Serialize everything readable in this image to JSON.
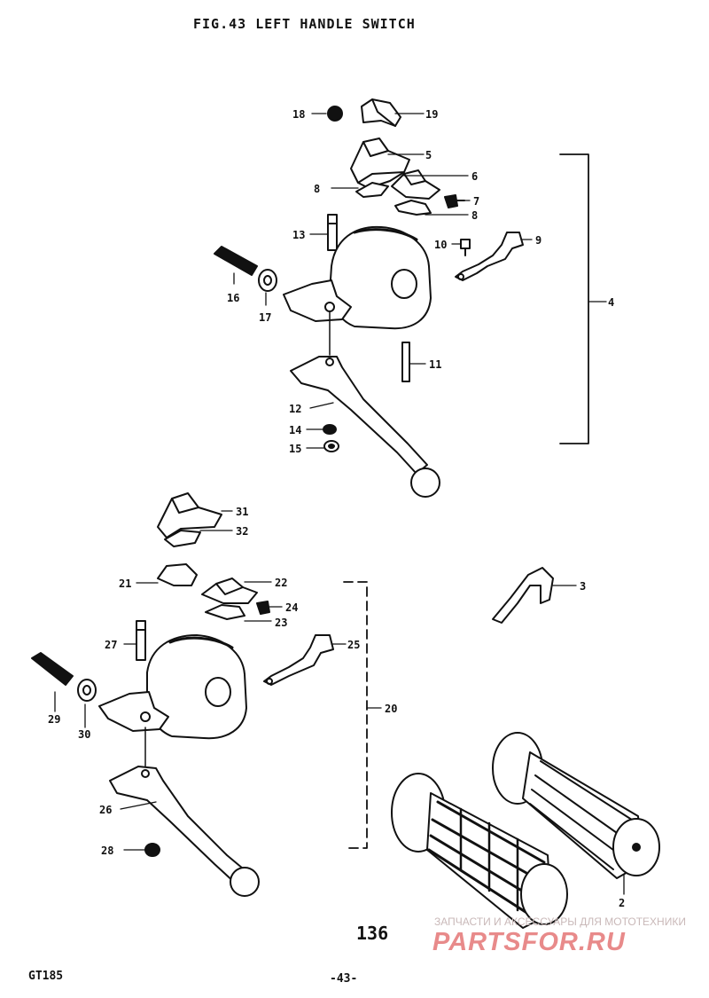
{
  "figure": {
    "title": "FIG.43  LEFT HANDLE SWITCH",
    "page_number": "136",
    "model": "GT185",
    "sheet": "-43-"
  },
  "watermark": {
    "tagline": "ЗАПЧАСТИ И АКСЕССУАРЫ ДЛЯ МОТОТЕХНИКИ",
    "logo": "PARTSFOR.RU",
    "color": "#e88a8a"
  },
  "callouts": {
    "c18": "18",
    "c19": "19",
    "c5": "5",
    "c6": "6",
    "c8a": "8",
    "c7": "7",
    "c8b": "8",
    "c13": "13",
    "c10": "10",
    "c9": "9",
    "c16": "16",
    "c17": "17",
    "c4": "4",
    "c11": "11",
    "c12": "12",
    "c14": "14",
    "c15": "15",
    "c31": "31",
    "c32": "32",
    "c21": "21",
    "c22": "22",
    "c24": "24",
    "c23": "23",
    "c3": "3",
    "c27": "27",
    "c25": "25",
    "c29": "29",
    "c30": "30",
    "c20": "20",
    "c26": "26",
    "c28": "28",
    "c2": "2"
  }
}
